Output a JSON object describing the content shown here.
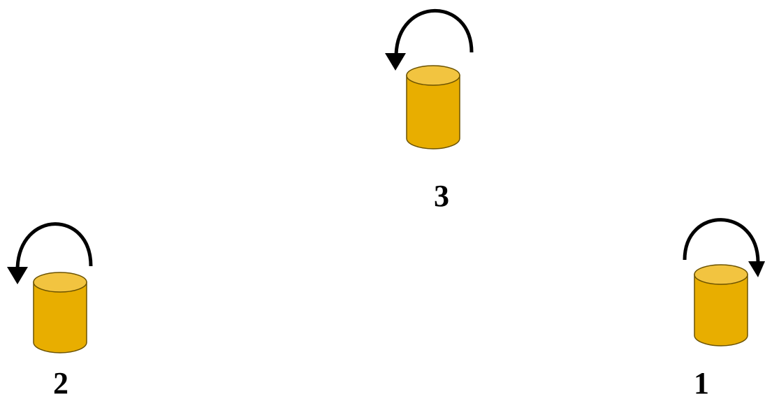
{
  "nodes": [
    {
      "label": "3",
      "rotation": "counterclockwise"
    },
    {
      "label": "2",
      "rotation": "counterclockwise"
    },
    {
      "label": "1",
      "rotation": "clockwise"
    }
  ],
  "colors": {
    "cylinder_body": "#E8AE00",
    "cylinder_top": "#F2C440",
    "outline": "#6B5200",
    "arrow": "#000000"
  },
  "icons": {
    "node_shape": "cylinder-icon",
    "rotation_marker": "curved-arrow-icon"
  }
}
